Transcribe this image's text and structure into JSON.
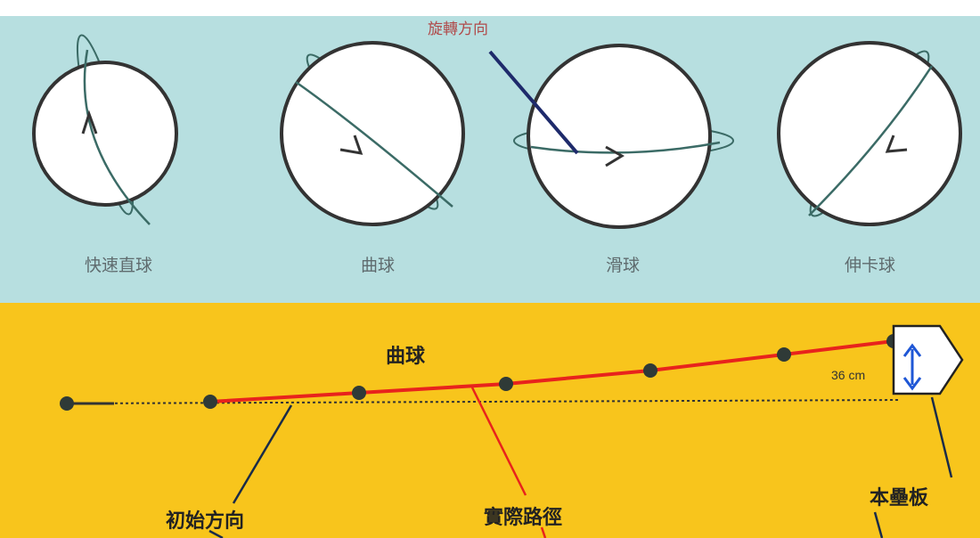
{
  "colors": {
    "top_background": "#b7dfe0",
    "bottom_background": "#f8c51c",
    "seam": "#3b6b66",
    "actual_path": "#e8231c",
    "rotation_line": "#1e2a6b",
    "dimension_arrow": "#1f57d6"
  },
  "top_panel": {
    "rotation_direction_label": "旋轉方向",
    "balls": [
      {
        "name": "快速直球"
      },
      {
        "name": "曲球"
      },
      {
        "name": "滑球"
      },
      {
        "name": "伸卡球"
      }
    ]
  },
  "bottom_panel": {
    "pitch_label": "曲球",
    "dimension": "36 cm",
    "initial_direction_label": "初始方向",
    "actual_path_label": "實際路徑",
    "home_plate_label": "本壘板"
  }
}
